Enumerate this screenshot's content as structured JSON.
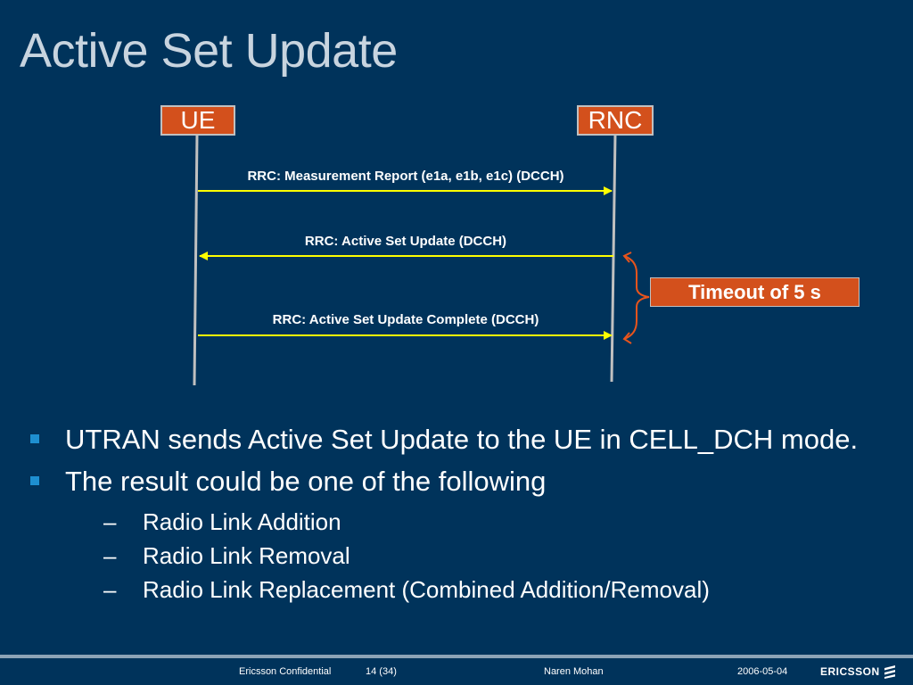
{
  "slide": {
    "title": "Active Set Update"
  },
  "diagram": {
    "entities": {
      "ue": "UE",
      "rnc": "RNC"
    },
    "messages": [
      {
        "label": "RRC:  Measurement Report (e1a, e1b, e1c) (DCCH)",
        "direction": "ue-to-rnc"
      },
      {
        "label": "RRC:  Active Set Update (DCCH)",
        "direction": "rnc-to-ue"
      },
      {
        "label": "RRC:  Active Set Update Complete (DCCH)",
        "direction": "ue-to-rnc"
      }
    ],
    "timeout": "Timeout of 5 s",
    "colors": {
      "background": "#00335b",
      "entity_fill": "#d3501c",
      "arrow": "#ffff00",
      "timeout_bracket": "#e8541c",
      "bullet": "#1e8fd0"
    }
  },
  "bullets": [
    {
      "text": "UTRAN sends Active Set Update to the UE in CELL_DCH mode."
    },
    {
      "text": "The result could be one of the following",
      "sub": [
        "Radio Link Addition",
        "Radio Link Removal",
        "Radio Link Replacement (Combined Addition/Removal)"
      ]
    }
  ],
  "footer": {
    "confidential": "Ericsson Confidential",
    "page": "14 (34)",
    "author": "Naren Mohan",
    "date": "2006-05-04",
    "logo": "ERICSSON",
    "logo_icon": "ericsson-stripes-icon"
  }
}
